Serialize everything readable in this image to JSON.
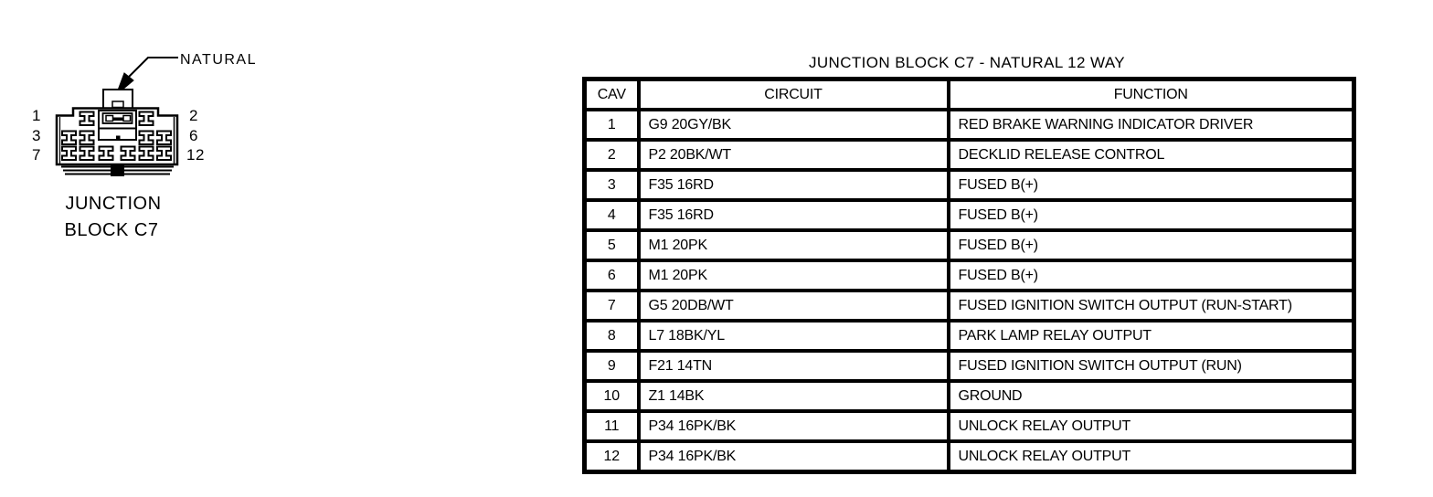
{
  "page": {
    "background_color": "#ffffff",
    "ink_color": "#000000"
  },
  "connector": {
    "label": "NATURAL",
    "caption_line1": "JUNCTION",
    "caption_line2": "BLOCK C7",
    "pin_labels_left": [
      "1",
      "3",
      "7"
    ],
    "pin_labels_right": [
      "2",
      "6",
      "12"
    ]
  },
  "table": {
    "title": "JUNCTION BLOCK C7 - NATURAL 12 WAY",
    "columns": [
      "CAV",
      "CIRCUIT",
      "FUNCTION"
    ],
    "rows": [
      {
        "cav": "1",
        "circuit": "G9 20GY/BK",
        "function": "RED BRAKE WARNING INDICATOR DRIVER"
      },
      {
        "cav": "2",
        "circuit": "P2 20BK/WT",
        "function": "DECKLID RELEASE CONTROL"
      },
      {
        "cav": "3",
        "circuit": "F35 16RD",
        "function": "FUSED B(+)"
      },
      {
        "cav": "4",
        "circuit": "F35 16RD",
        "function": "FUSED B(+)"
      },
      {
        "cav": "5",
        "circuit": "M1 20PK",
        "function": "FUSED B(+)"
      },
      {
        "cav": "6",
        "circuit": "M1 20PK",
        "function": "FUSED B(+)"
      },
      {
        "cav": "7",
        "circuit": "G5 20DB/WT",
        "function": "FUSED IGNITION SWITCH OUTPUT (RUN-START)"
      },
      {
        "cav": "8",
        "circuit": "L7 18BK/YL",
        "function": "PARK LAMP RELAY OUTPUT"
      },
      {
        "cav": "9",
        "circuit": "F21 14TN",
        "function": "FUSED IGNITION SWITCH OUTPUT (RUN)"
      },
      {
        "cav": "10",
        "circuit": "Z1 14BK",
        "function": "GROUND"
      },
      {
        "cav": "11",
        "circuit": "P34 16PK/BK",
        "function": "UNLOCK RELAY OUTPUT"
      },
      {
        "cav": "12",
        "circuit": "P34 16PK/BK",
        "function": "UNLOCK RELAY OUTPUT"
      }
    ]
  }
}
